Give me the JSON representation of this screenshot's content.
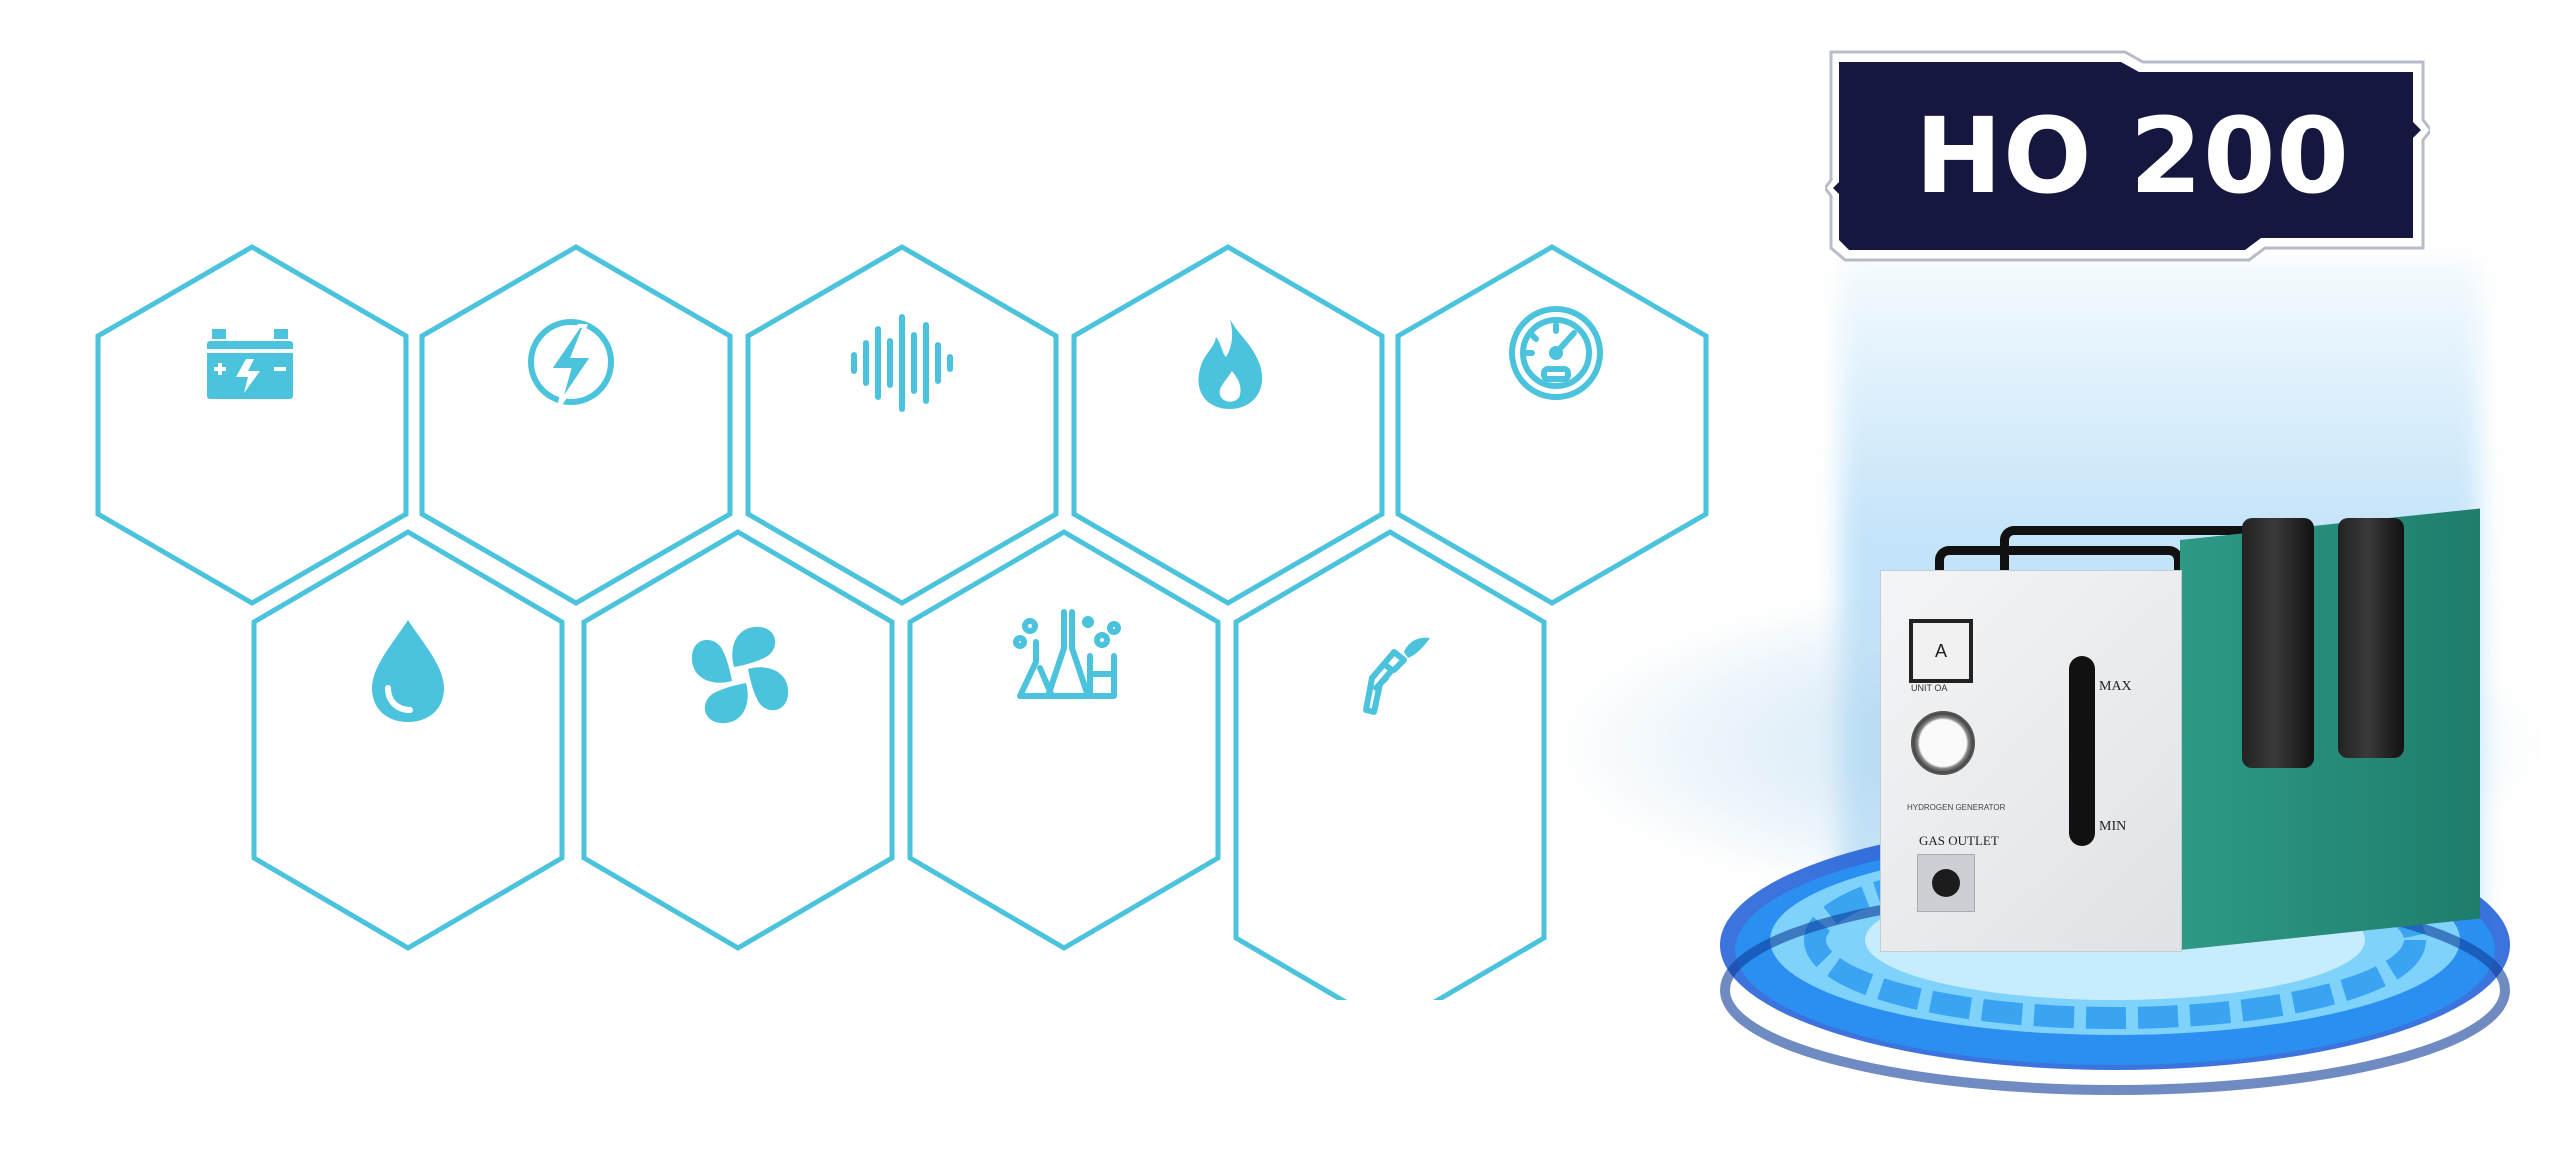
{
  "product": {
    "model_badge": "HO 200",
    "panel": {
      "ammeter_symbol": "A",
      "ammeter_caption": "UNIT OA",
      "level_max": "MAX",
      "level_min": "MIN",
      "gas_outlet": "GAS OUTLET",
      "footer_label": "HYDROGEN GENERATOR"
    }
  },
  "feature_icons": [
    "battery-icon",
    "lightning-icon",
    "sound-wave-icon",
    "flame-icon",
    "speedometer-icon",
    "water-drop-icon",
    "fan-icon",
    "chemistry-flasks-icon",
    "torch-nozzle-icon"
  ],
  "colors": {
    "accent": "#4cc3dc",
    "badge": "#15173f",
    "machine_side": "#2d9a86"
  }
}
